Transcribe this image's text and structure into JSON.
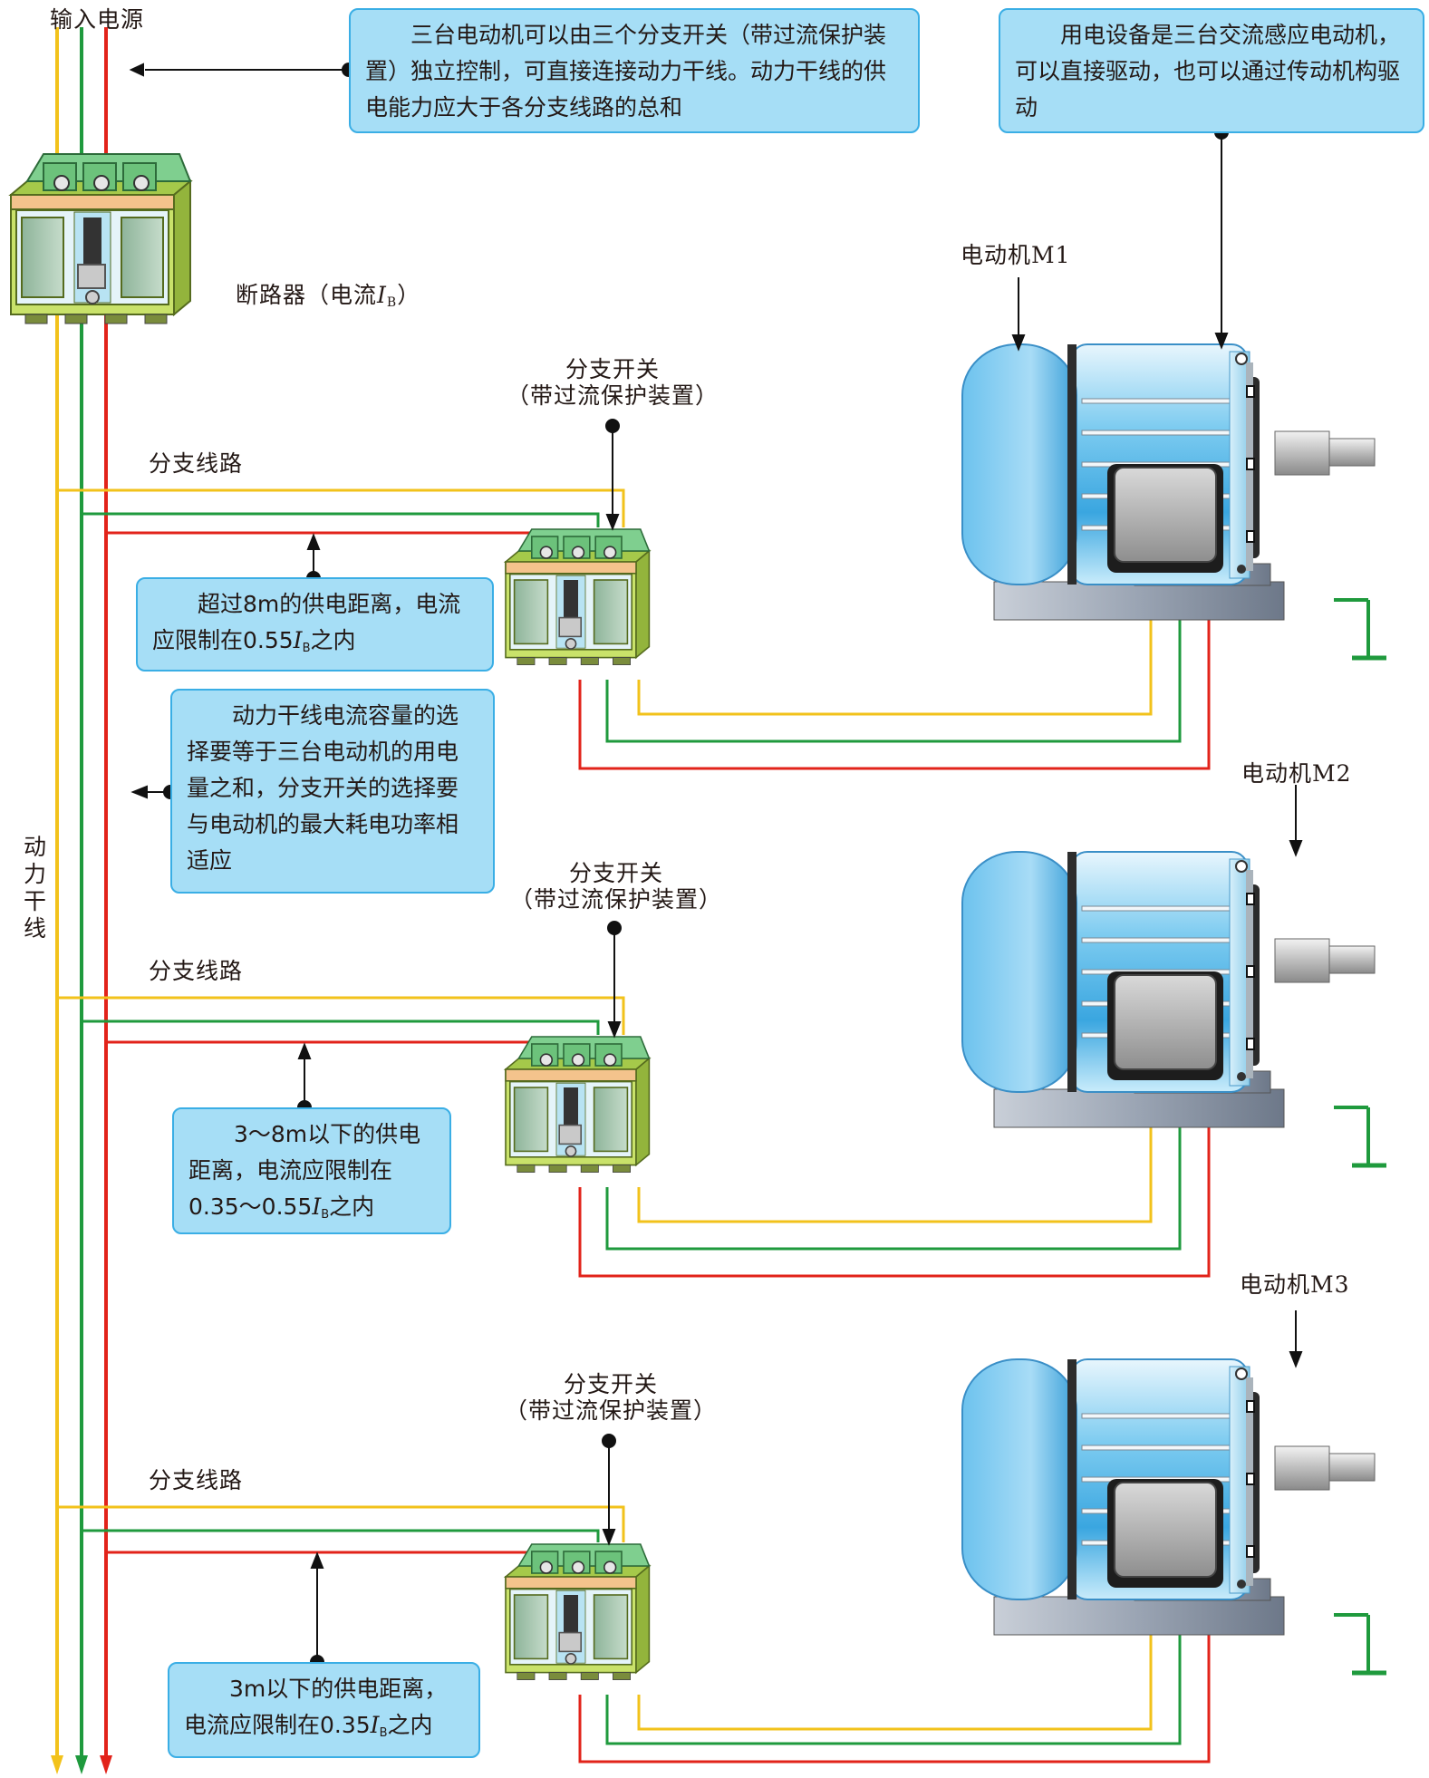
{
  "labels": {
    "input_power": "输入电源",
    "breaker": "断路器（电流",
    "breaker_I": "I",
    "breaker_sub": "B",
    "breaker_close": "）",
    "trunk_line": "动力干线",
    "branch_line": "分支线路",
    "branch_switch_line1": "分支开关",
    "branch_switch_line2": "（带过流保护装置）",
    "motor_m1": "电动机M1",
    "motor_m2": "电动机M2",
    "motor_m3": "电动机M3"
  },
  "notes": {
    "top_center": "三台电动机可以由三个分支开关（带过流保护装置）独立控制，可直接连接动力干线。动力干线的供电能力应大于各分支线路的总和",
    "top_right": "用电设备是三台交流感应电动机，可以直接驱动，也可以通过传动机构驱动",
    "dist_over8_a": "超过8m的供电距离，电流应限制在0.55",
    "dist_over8_b": "之内",
    "trunk_capacity": "动力干线电流容量的选择要等于三台电动机的用电量之和，分支开关的选择要与电动机的最大耗电功率相适应",
    "dist_3to8_a": "3～8m以下的供电距离，电流应限制在0.35～0.55",
    "dist_3to8_b": "之内",
    "dist_under3_a": "3m以下的供电距离，电流应限制在0.35",
    "dist_under3_b": "之内",
    "I_symbol": "I",
    "I_sub": "B"
  },
  "colors": {
    "phase_yellow": "#f2c21b",
    "phase_green": "#1f9a3d",
    "phase_red": "#e2231a",
    "breaker_body": "#c9e26a",
    "breaker_top": "#7fcf8f",
    "breaker_band": "#f4c38c",
    "motor_blue": "#7cc6ee",
    "note_bg": "#a6def6",
    "note_border": "#3aaee5",
    "ground_green": "#1f9a3d"
  },
  "icons": [
    "breaker-icon",
    "branch-switch-icon",
    "motor-icon",
    "ground-icon",
    "arrow-icon"
  ]
}
